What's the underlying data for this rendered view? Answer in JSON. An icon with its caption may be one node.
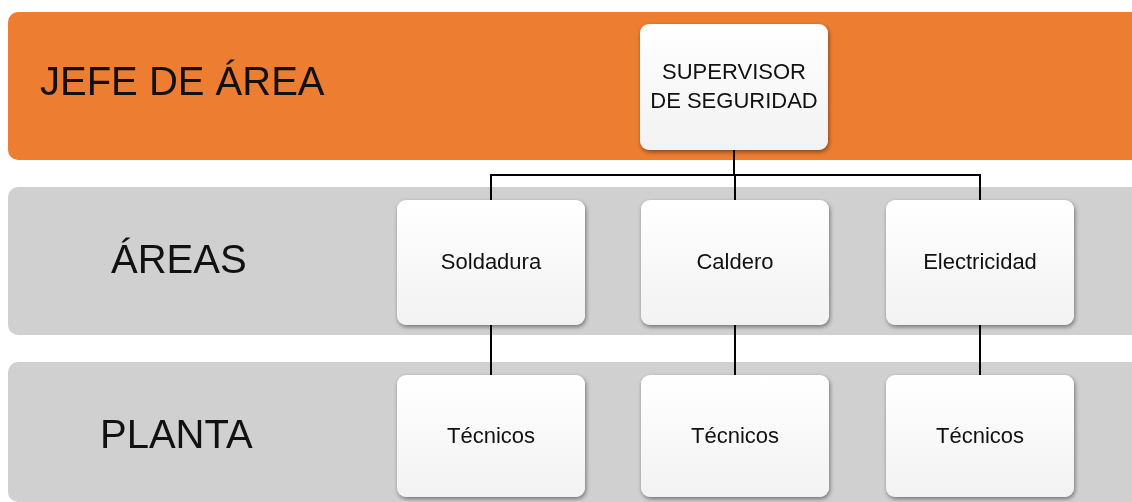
{
  "diagram": {
    "nodes": [
      {
        "text": [
          "JEFE DE ÁREA"
        ]
      },
      {
        "text": [
          "SUPERVISOR DE SEGURIDAD"
        ],
        "in": 0
      },
      {
        "text": [
          "ÁREAS"
        ]
      },
      {
        "text": [
          "Soldadura"
        ],
        "in": 2
      },
      {
        "text": [
          "Caldero"
        ],
        "in": 2
      },
      {
        "text": [
          "Electricidad"
        ],
        "in": 2
      },
      {
        "text": [
          "PLANTA"
        ]
      },
      {
        "text": [
          "Técnicos"
        ],
        "in": 6
      },
      {
        "text": [
          "Técnicos"
        ],
        "in": 6
      },
      {
        "text": [
          "Técnicos"
        ],
        "in": 6
      }
    ],
    "edges": [
      {
        "from": 1,
        "to": 3,
        "arrow": "none"
      },
      {
        "from": 1,
        "to": 4,
        "arrow": "none"
      },
      {
        "from": 1,
        "to": 5,
        "arrow": "none"
      },
      {
        "from": 3,
        "to": 7,
        "arrow": "none"
      },
      {
        "from": 4,
        "to": 8,
        "arrow": "none"
      },
      {
        "from": 5,
        "to": 9,
        "arrow": "none"
      }
    ]
  }
}
